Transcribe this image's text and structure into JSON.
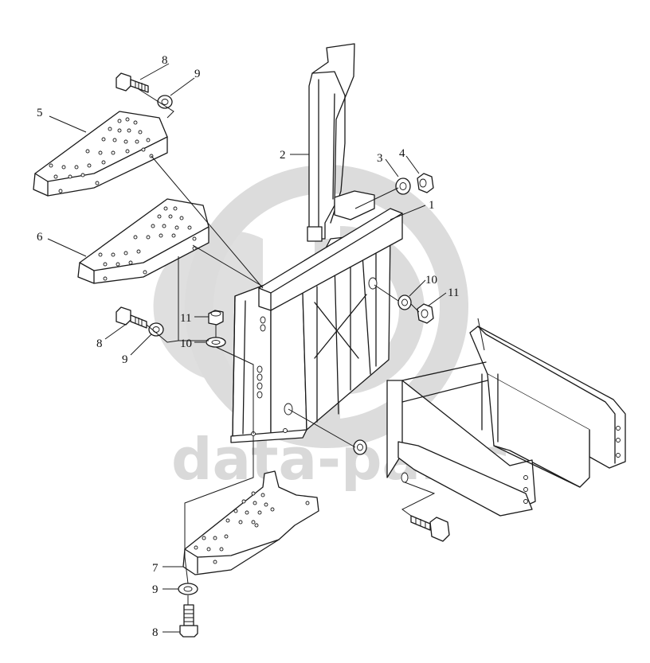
{
  "watermark": {
    "text": "data-parts",
    "color": "#d9d9d9"
  },
  "labels": {
    "l1": "1",
    "l2": "2",
    "l3": "3",
    "l4": "4",
    "l5": "5",
    "l6": "6",
    "l7": "7",
    "l8a": "8",
    "l8b": "8",
    "l8c": "8",
    "l9a": "9",
    "l9b": "9",
    "l9c": "9",
    "l10a": "10",
    "l10b": "10",
    "l11a": "11",
    "l11b": "11"
  }
}
